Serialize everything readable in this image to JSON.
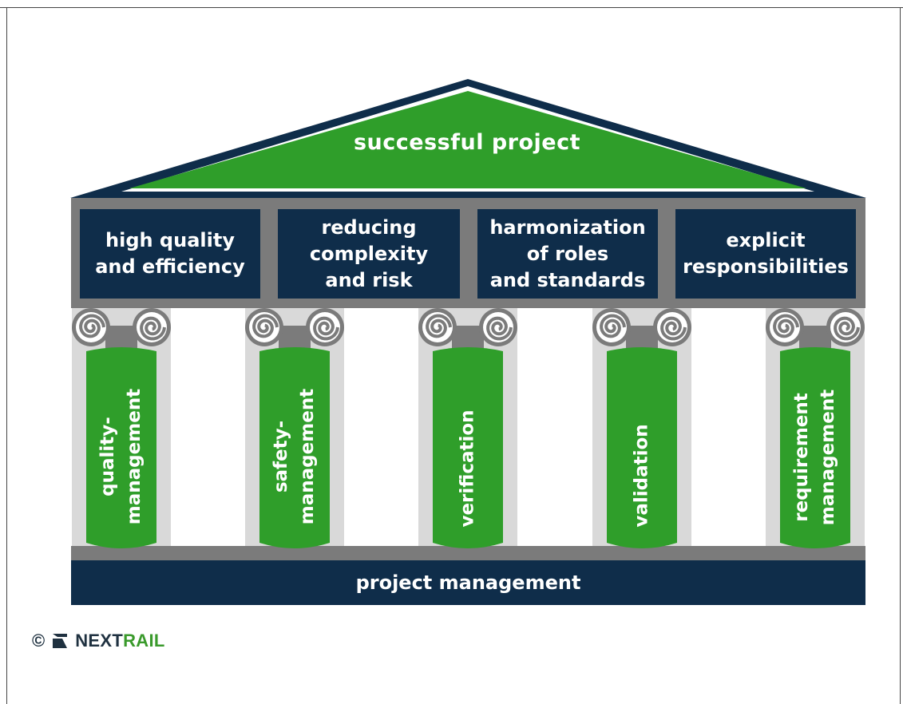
{
  "roof": {
    "title": "successful project"
  },
  "beams": [
    {
      "lines": [
        "high quality",
        "and efficiency"
      ]
    },
    {
      "lines": [
        "reducing",
        "complexity",
        "and risk"
      ]
    },
    {
      "lines": [
        "harmonization",
        "of roles",
        "and standards"
      ]
    },
    {
      "lines": [
        "explicit",
        "responsibilities"
      ]
    }
  ],
  "pillars": [
    {
      "lines": [
        "quality-",
        "management"
      ]
    },
    {
      "lines": [
        "safety-",
        "management"
      ]
    },
    {
      "lines": [
        "verification"
      ]
    },
    {
      "lines": [
        "validation"
      ]
    },
    {
      "lines": [
        "requirement",
        "management"
      ]
    }
  ],
  "foundation": {
    "label": "project management"
  },
  "logo": {
    "copyright": "©",
    "brand_part1": "NEXT",
    "brand_part2": "RAIL"
  },
  "colors": {
    "navy": "#0f2d4a",
    "green": "#2f9e2a",
    "gray": "#7b7b7b",
    "light_gray": "#d9d9d9"
  }
}
